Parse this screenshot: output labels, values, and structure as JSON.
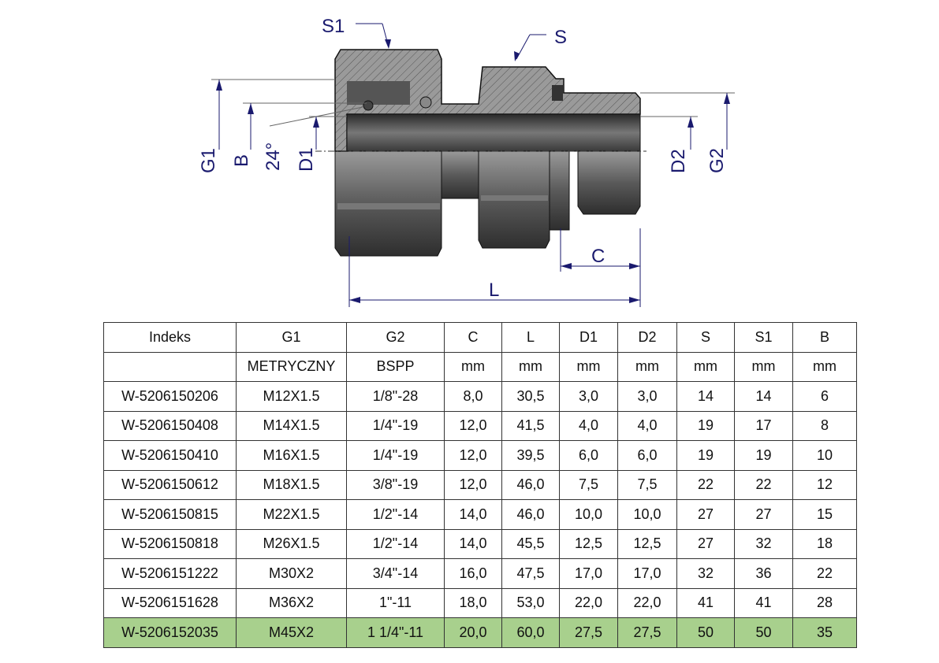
{
  "drawing": {
    "labels": {
      "S1": "S1",
      "S": "S",
      "G1": "G1",
      "B": "B",
      "angle": "24°",
      "D1": "D1",
      "D2": "D2",
      "G2": "G2",
      "C": "C",
      "L": "L"
    },
    "colors": {
      "dimension": "#1a1a6e",
      "section": "#8c8c8c",
      "body_dark": "#3a3a3a",
      "highlight": "#a8d08d"
    }
  },
  "table": {
    "headers": [
      "Indeks",
      "G1",
      "G2",
      "C",
      "L",
      "D1",
      "D2",
      "S",
      "S1",
      "B"
    ],
    "units": [
      "",
      "METRYCZNY",
      "BSPP",
      "mm",
      "mm",
      "mm",
      "mm",
      "mm",
      "mm",
      "mm"
    ],
    "rows": [
      [
        "W-5206150206",
        "M12X1.5",
        "1/8\"-28",
        "8,0",
        "30,5",
        "3,0",
        "3,0",
        "14",
        "14",
        "6"
      ],
      [
        "W-5206150408",
        "M14X1.5",
        "1/4\"-19",
        "12,0",
        "41,5",
        "4,0",
        "4,0",
        "19",
        "17",
        "8"
      ],
      [
        "W-5206150410",
        "M16X1.5",
        "1/4\"-19",
        "12,0",
        "39,5",
        "6,0",
        "6,0",
        "19",
        "19",
        "10"
      ],
      [
        "W-5206150612",
        "M18X1.5",
        "3/8\"-19",
        "12,0",
        "46,0",
        "7,5",
        "7,5",
        "22",
        "22",
        "12"
      ],
      [
        "W-5206150815",
        "M22X1.5",
        "1/2\"-14",
        "14,0",
        "46,0",
        "10,0",
        "10,0",
        "27",
        "27",
        "15"
      ],
      [
        "W-5206150818",
        "M26X1.5",
        "1/2\"-14",
        "14,0",
        "45,5",
        "12,5",
        "12,5",
        "27",
        "32",
        "18"
      ],
      [
        "W-5206151222",
        "M30X2",
        "3/4\"-14",
        "16,0",
        "47,5",
        "17,0",
        "17,0",
        "32",
        "36",
        "22"
      ],
      [
        "W-5206151628",
        "M36X2",
        "1\"-11",
        "18,0",
        "53,0",
        "22,0",
        "22,0",
        "41",
        "41",
        "28"
      ],
      [
        "W-5206152035",
        "M45X2",
        "1 1/4\"-11",
        "20,0",
        "60,0",
        "27,5",
        "27,5",
        "50",
        "50",
        "35"
      ]
    ],
    "highlighted_row": 8
  }
}
